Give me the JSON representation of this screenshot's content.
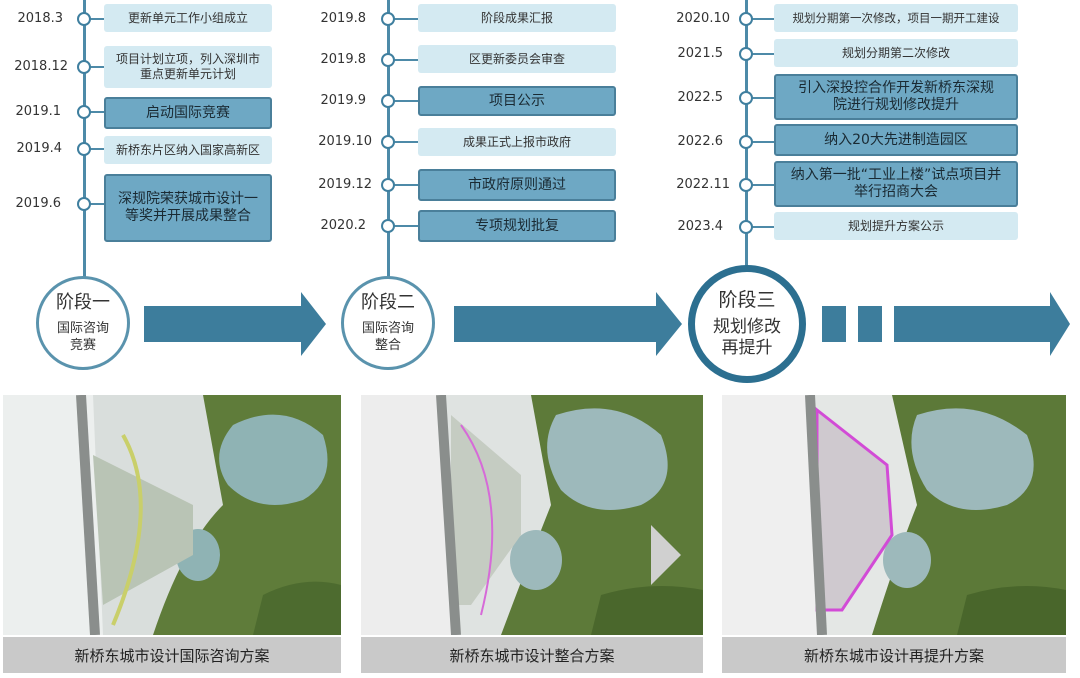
{
  "columns": [
    {
      "events": [
        {
          "date": "2018.3",
          "text": "更新单元工作小组成立",
          "strong": false
        },
        {
          "date": "2018.12",
          "text": "项目计划立项，列入深圳市重点更新单元计划",
          "strong": false
        },
        {
          "date": "2019.1",
          "text": "启动国际竞赛",
          "strong": true
        },
        {
          "date": "2019.4",
          "text": "新桥东片区纳入国家高新区",
          "strong": false
        },
        {
          "date": "2019.6",
          "text": "深规院荣获城市设计一等奖并开展成果整合",
          "strong": true
        }
      ],
      "stage": {
        "title": "阶段一",
        "subtitle": "国际咨询竞赛"
      },
      "caption": "新桥东城市设计国际咨询方案"
    },
    {
      "events": [
        {
          "date": "2019.8",
          "text": "阶段成果汇报",
          "strong": false
        },
        {
          "date": "2019.8",
          "text": "区更新委员会审查",
          "strong": false
        },
        {
          "date": "2019.9",
          "text": "项目公示",
          "strong": true
        },
        {
          "date": "2019.10",
          "text": "成果正式上报市政府",
          "strong": false
        },
        {
          "date": "2019.12",
          "text": "市政府原则通过",
          "strong": true
        },
        {
          "date": "2020.2",
          "text": "专项规划批复",
          "strong": true
        }
      ],
      "stage": {
        "title": "阶段二",
        "subtitle": "国际咨询整合"
      },
      "caption": "新桥东城市设计整合方案"
    },
    {
      "events": [
        {
          "date": "2020.10",
          "text": "规划分期第一次修改，项目一期开工建设",
          "strong": false
        },
        {
          "date": "2021.5",
          "text": "规划分期第二次修改",
          "strong": false
        },
        {
          "date": "2022.5",
          "text": "引入深投控合作开发新桥东深规院进行规划修改提升",
          "strong": true
        },
        {
          "date": "2022.6",
          "text": "纳入20大先进制造园区",
          "strong": true
        },
        {
          "date": "2022.11",
          "text": "纳入第一批“工业上楼”试点项目并举行招商大会",
          "strong": true
        },
        {
          "date": "2023.4",
          "text": "规划提升方案公示",
          "strong": false
        }
      ],
      "stage": {
        "title": "阶段三",
        "subtitle": "规划修改再提升"
      },
      "caption": "新桥东城市设计再提升方案"
    }
  ],
  "colors": {
    "line": "#4d8aa8",
    "arrow": "#3d7d9c",
    "box_light": "#d4eaf2",
    "box_strong": "#6ea8c4"
  }
}
